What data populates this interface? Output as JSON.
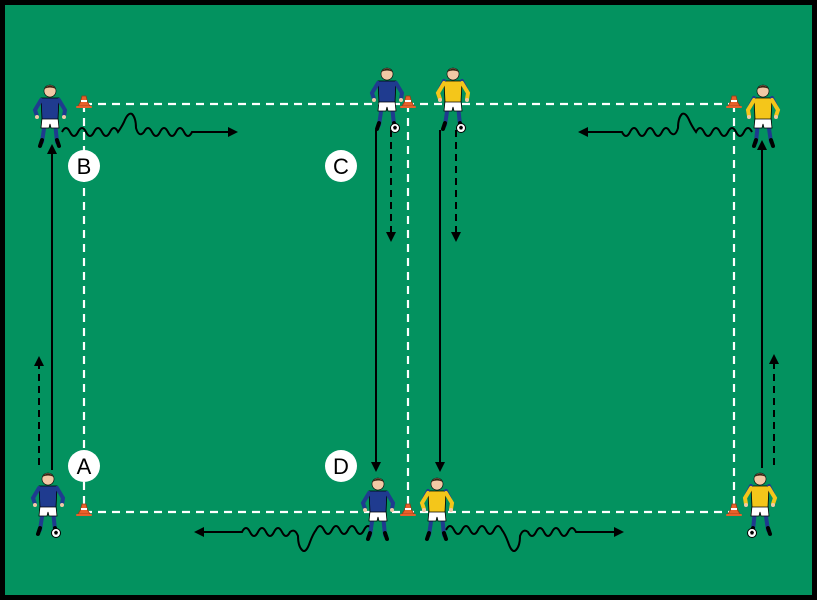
{
  "colors": {
    "border": "#000000",
    "field": "#03925f",
    "line": "#ffffff",
    "cone": "#e8602a",
    "team_blue": "#1f3b8f",
    "team_yellow": "#f4c61a",
    "skin": "#f1c9a5"
  },
  "labels": {
    "a": "A",
    "b": "B",
    "c": "C",
    "d": "D"
  },
  "players": [
    {
      "id": "left-top",
      "team": "blue",
      "has_ball": false
    },
    {
      "id": "left-bottom",
      "team": "blue",
      "has_ball": true
    },
    {
      "id": "center-top-blue",
      "team": "blue",
      "has_ball": true
    },
    {
      "id": "center-top-yellow",
      "team": "yellow",
      "has_ball": true
    },
    {
      "id": "center-bottom-blue",
      "team": "blue",
      "has_ball": false
    },
    {
      "id": "center-bottom-yellow",
      "team": "yellow",
      "has_ball": false
    },
    {
      "id": "right-top",
      "team": "yellow",
      "has_ball": false
    },
    {
      "id": "right-bottom",
      "team": "yellow",
      "has_ball": true
    }
  ],
  "legend_icons": {
    "solid_arrow": "pass-arrow",
    "dashed_arrow": "run-arrow",
    "wavy_arrow": "dribble-arrow",
    "dashed_line": "area-boundary"
  }
}
